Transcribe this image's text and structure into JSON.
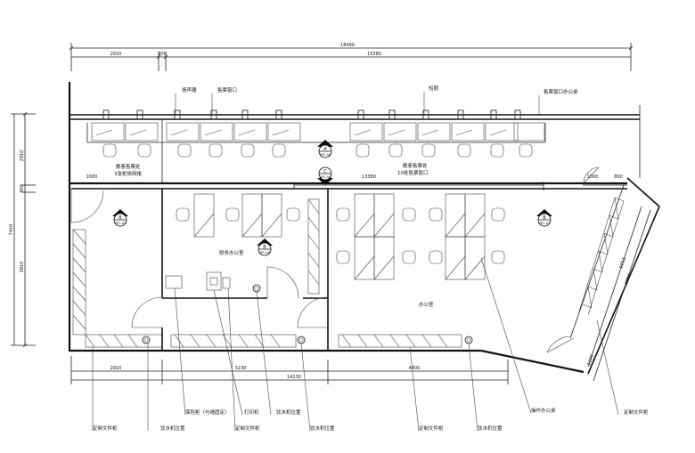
{
  "dimensions": {
    "top_total": "18490",
    "top_left": "2910",
    "top_mid": "300",
    "top_right": "15380",
    "left_top": "2910",
    "left_mid": "300",
    "left_total": "7410",
    "left_bottom": "3810",
    "bottom_left": "2910",
    "bottom_mid": "3230",
    "bottom_right": "4400",
    "bottom_total": "14130",
    "corridor_1": "13380",
    "corridor_left": "1000",
    "corridor_right1": "1000",
    "corridor_right2": "800",
    "slant_1": "5013",
    "slant_2": "6892",
    "slant_3": "1100"
  },
  "top_labels": {
    "speaker": "扬声器",
    "service_window": "售票窗口",
    "shortcut": "短题",
    "window_office": "售票窗口办公桌"
  },
  "areas": {
    "counter_left_1": "散客售票处",
    "counter_left_2": "3张柜体网格",
    "counter_right_1": "散客售票处",
    "counter_right_2": "10处售票窗口",
    "finance": "财务办公室",
    "office": "办公室"
  },
  "symbols": {
    "a_top": "A",
    "a_bottom": "SPC-04",
    "c_top": "C",
    "c_bottom": "SPC-04",
    "b_top": "B",
    "b_bottom": "SPC-04"
  },
  "callouts": [
    "定制文件柜",
    "饮水机位置",
    "保险柜（与墙固定）",
    "打印机",
    "定制文件柜",
    "饮水机位置",
    "饮水机位置",
    "定制文件柜",
    "饮水机位置",
    "操作办公桌",
    "定制文件柜"
  ]
}
